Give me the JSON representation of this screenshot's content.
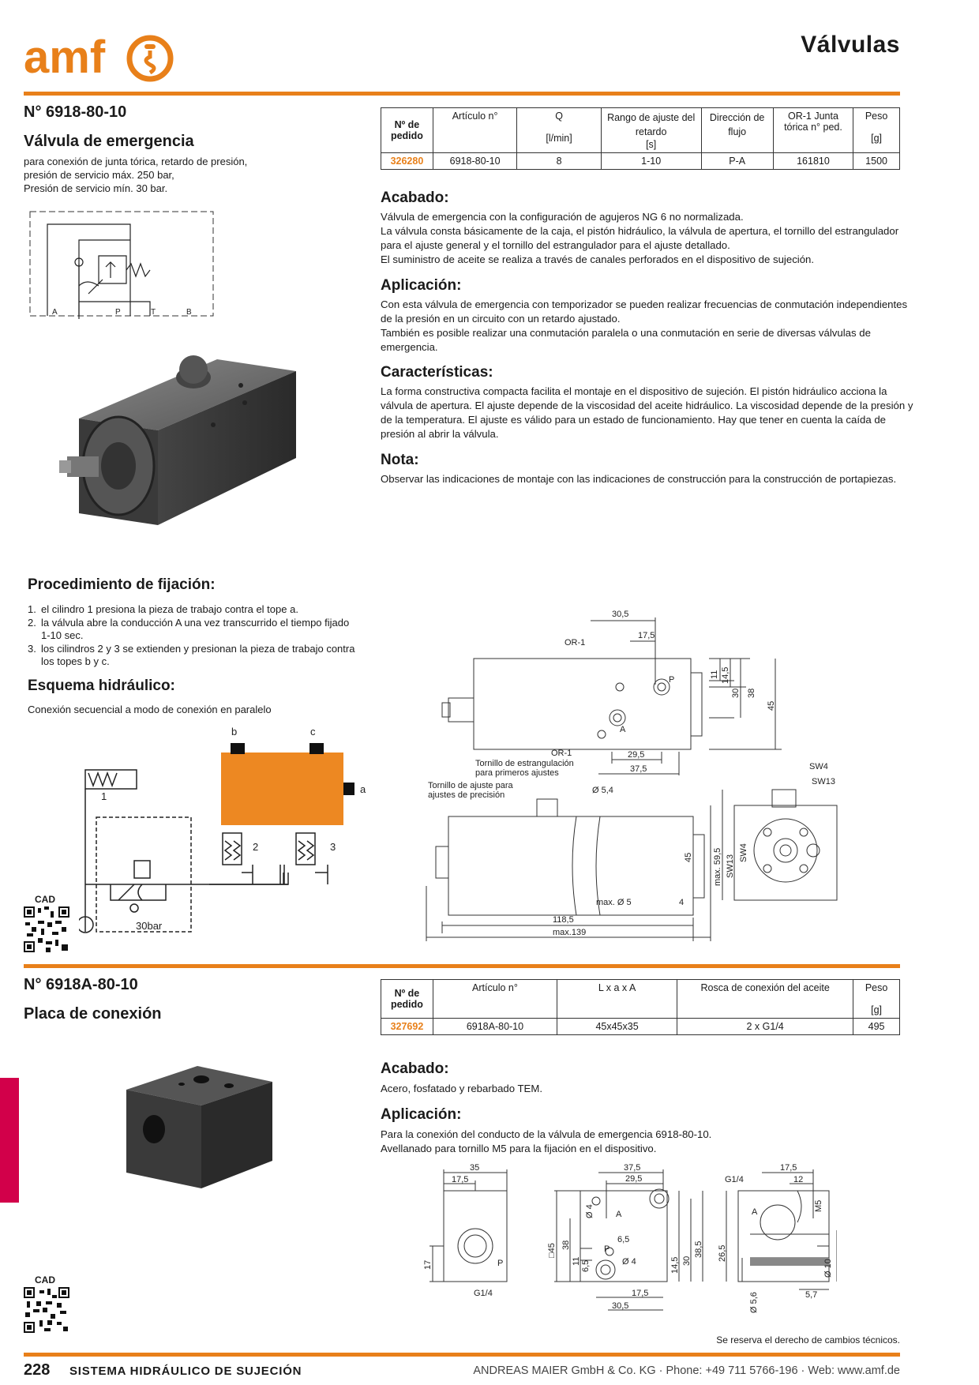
{
  "header": {
    "logo_text": "amf",
    "page_title": "Válvulas"
  },
  "product1": {
    "number": "N° 6918-80-10",
    "name": "Válvula de emergencia",
    "description": [
      "para conexión de junta tórica, retardo de presión,",
      "presión de servicio máx. 250 bar,",
      "Presión de servicio mín. 30 bar."
    ],
    "table": {
      "h_order": "Nº de pedido",
      "h_article": "Artículo n°",
      "h_q": "Q",
      "h_q_unit": "[l/min]",
      "h_range": "Rango de ajuste del retardo",
      "h_range_unit": "[s]",
      "h_dir": "Dirección de flujo",
      "h_or": "OR-1 Junta tórica n° ped.",
      "h_weight": "Peso",
      "h_weight_unit": "[g]",
      "row": {
        "order": "326280",
        "article": "6918-80-10",
        "q": "8",
        "range": "1-10",
        "dir": "P-A",
        "or": "161810",
        "weight": "1500"
      }
    },
    "sections": [
      {
        "title": "Acabado:",
        "text": "Válvula de emergencia con la configuración de agujeros NG 6 no normalizada.\nLa válvula consta básicamente de la caja, el pistón hidráulico, la válvula de apertura, el tornillo del estrangulador para el ajuste general y el tornillo del estrangulador para el ajuste detallado.\nEl suministro de aceite se realiza a través de canales perforados en el dispositivo de sujeción."
      },
      {
        "title": "Aplicación:",
        "text": "Con esta válvula de emergencia con temporizador se pueden realizar frecuencias de conmutación independientes de la presión en un circuito con un retardo ajustado.\nTambién es posible realizar una conmutación paralela o una conmutación en serie de diversas válvulas de emergencia."
      },
      {
        "title": "Características:",
        "text": "La forma constructiva compacta facilita el montaje en el dispositivo de sujeción. El pistón hidráulico acciona la válvula de apertura. El ajuste depende de la viscosidad del aceite hidráulico. La viscosidad depende de la presión y de la temperatura. El ajuste es válido para un estado de funcionamiento. Hay que tener en cuenta la caída de presión al abrir la válvula."
      },
      {
        "title": "Nota:",
        "text": "Observar las indicaciones de montaje con las indicaciones de construcción para la construcción de portapiezas."
      }
    ],
    "symbol_ports": {
      "a": "A",
      "p": "P",
      "t": "T",
      "b": "B"
    },
    "procedure_title": "Procedimiento de fijación:",
    "procedure": [
      {
        "n": "1.",
        "text": "el cilindro 1 presiona la pieza de trabajo contra el tope a."
      },
      {
        "n": "2.",
        "text": "la válvula abre la conducción A una vez transcurrido el tiempo fijado 1-10 sec."
      },
      {
        "n": "3.",
        "text": "los cilindros 2 y 3 se extienden y presionan la pieza de trabajo contra los topes b y c."
      }
    ],
    "scheme_title": "Esquema hidráulico:",
    "scheme_text": "Conexión secuencial a modo de conexión en paralelo",
    "scheme_labels": {
      "b": "b",
      "c": "c",
      "a": "a",
      "c1": "1",
      "c2": "2",
      "c3": "3",
      "pressure": "30bar"
    },
    "cad": "CAD",
    "drawing": {
      "d30_5": "30,5",
      "d17_5": "17,5",
      "or1_top": "OR-1",
      "or1_bottom": "OR-1",
      "p": "P",
      "a": "A",
      "d11": "11",
      "d14_5": "14,5",
      "d30": "30",
      "d38": "38",
      "d45": "45",
      "d29_5": "29,5",
      "d37_5": "37,5",
      "throttle1a": "Tornillo de estrangulación",
      "throttle1b": "para primeros ajustes",
      "throttle2a": "Tornillo de ajuste para",
      "throttle2b": "ajustes de precisión",
      "phi5_4": "Ø 5,4",
      "d45b": "45",
      "max59_5": "max. 59,5",
      "sw13v": "SW13",
      "sw4v": "SW4",
      "sw4": "SW4",
      "sw13": "SW13",
      "maxphi5": "max. Ø 5",
      "d4": "4",
      "d118_5": "118,5",
      "max139": "max.139"
    }
  },
  "product2": {
    "number": "N° 6918A-80-10",
    "name": "Placa de conexión",
    "table": {
      "h_order": "Nº de pedido",
      "h_article": "Artículo n°",
      "h_dims": "L x a x A",
      "h_thread": "Rosca de conexión del aceite",
      "h_weight": "Peso",
      "h_weight_unit": "[g]",
      "row": {
        "order": "327692",
        "article": "6918A-80-10",
        "dims": "45x45x35",
        "thread": "2 x G1/4",
        "weight": "495"
      }
    },
    "sections": [
      {
        "title": "Acabado:",
        "text": "Acero, fosfatado y rebarbado TEM."
      },
      {
        "title": "Aplicación:",
        "text": "Para la conexión del conducto de la válvula de emergencia 6918-80-10.\nAvellanado para tornillo M5 para la fijación en el dispositivo."
      }
    ],
    "cad": "CAD",
    "drawing": {
      "d35": "35",
      "d17_5a": "17,5",
      "d17": "17",
      "p": "P",
      "g14a": "G1/4",
      "d37_5": "37,5",
      "d29_5": "29,5",
      "sq45": "□45",
      "d38": "38",
      "phi4a": "Ø 4",
      "a": "A",
      "d6_5a": "6,5",
      "p2": "P",
      "phi4b": "Ø 4",
      "d11": "11",
      "d6_5b": "6,5",
      "d14_5": "14,5",
      "d30": "30",
      "d38_5": "38,5",
      "d17_5b": "17,5",
      "d30_5": "30,5",
      "d17_5c": "17,5",
      "d12": "12",
      "g14b": "G1/4",
      "m5": "M5",
      "a3": "A",
      "d26_5": "26,5",
      "phi10": "Ø 10",
      "phi5_6": "Ø 5,6",
      "d5_7": "5,7"
    }
  },
  "footer": {
    "reserve": "Se reserva el derecho de cambios técnicos.",
    "page": "228",
    "section": "SISTEMA HIDRÁULICO DE SUJECIÓN",
    "company": "ANDREAS MAIER GmbH & Co. KG · Phone: +49 711 5766-196 · Web: www.amf.de"
  }
}
